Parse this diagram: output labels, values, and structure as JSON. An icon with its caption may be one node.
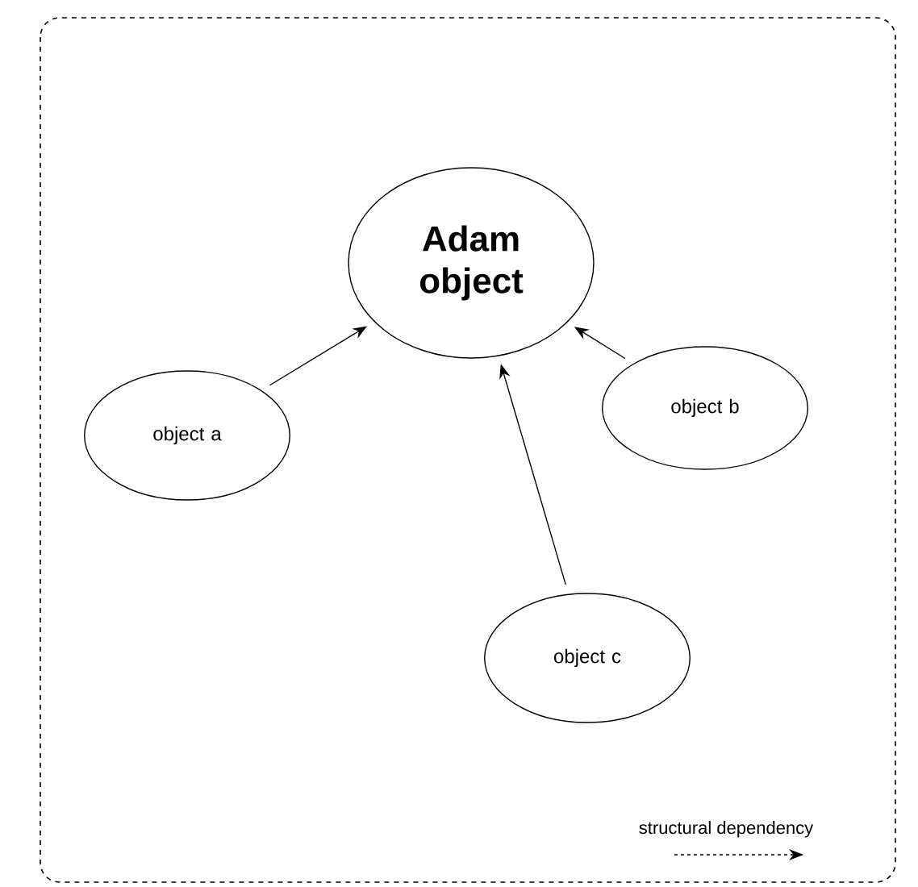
{
  "diagram": {
    "nodes": [
      {
        "text": [
          "Adam object"
        ]
      },
      {
        "text": [
          "object  a"
        ]
      },
      {
        "text": [
          "object  b"
        ]
      },
      {
        "text": [
          "object  c"
        ]
      }
    ],
    "edges": [
      {
        "from": 1,
        "to": 0,
        "arrow": "to"
      },
      {
        "from": 2,
        "to": 0,
        "arrow": "to"
      },
      {
        "from": 3,
        "to": 0,
        "arrow": "to"
      }
    ],
    "legend": [
      {
        "text": "structural dependency"
      }
    ]
  }
}
